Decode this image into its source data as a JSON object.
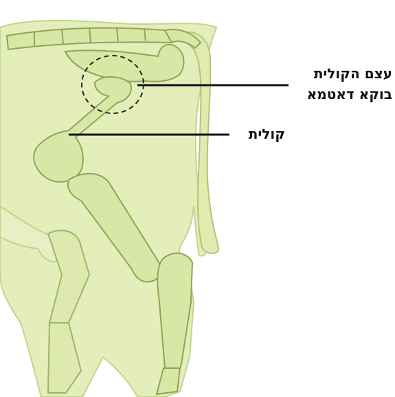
{
  "labels": {
    "femur_head": "עצם הקולית",
    "hip_socket": "בוקא דאטמא",
    "femur": "קולית"
  },
  "colors": {
    "body_fill": "#e4eeba",
    "body_stroke": "#c3d48c",
    "bone_fill": "#d9e7a6",
    "bone_stroke": "#8ea456",
    "leader_line": "#111111",
    "highlight_circle": "#222222"
  }
}
